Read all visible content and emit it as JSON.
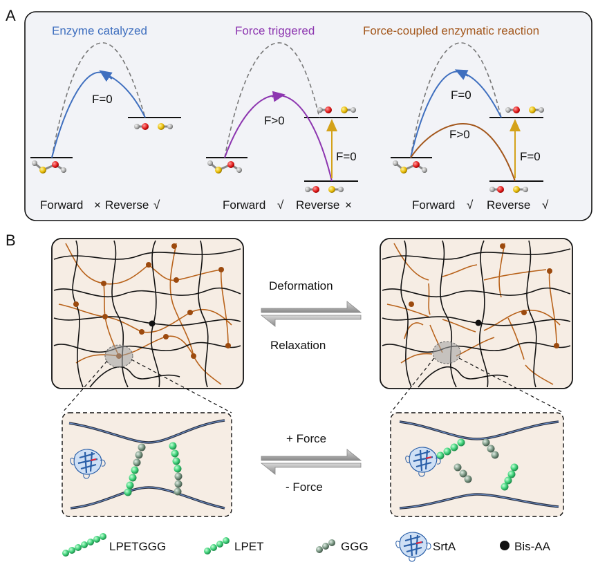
{
  "panel_a": {
    "label": "A",
    "titles": [
      "Enzyme catalyzed",
      "Force triggered",
      "Force-coupled enzymatic reaction"
    ],
    "title_colors": [
      "#3f6fbf",
      "#8d36b0",
      "#a3571c"
    ],
    "forces": {
      "f0": "F=0",
      "fpos": "F>0"
    },
    "forward": "Forward",
    "reverse": "Reverse",
    "check": "√",
    "cross": "×",
    "mark_color": "#8d36b0"
  },
  "panel_b": {
    "label": "B",
    "deformation": "Deformation",
    "relaxation": "Relaxation",
    "plus_force": "+ Force",
    "minus_force": "- Force",
    "legend": {
      "lpetggg": "LPETGGG",
      "lpet": "LPET",
      "ggg": "GGG",
      "srta": "SrtA",
      "bisaa": "Bis-AA"
    }
  },
  "colors": {
    "blue_path": "#3f6fbf",
    "purple_path": "#8d36b0",
    "brown_path": "#a3571c",
    "gold_arrow": "#d4a21a",
    "gel_bg": "#f6ede4",
    "brown_chain": "#b8621a",
    "green_bead": "#3fd27a",
    "gray_bead": "#7d9a86"
  }
}
